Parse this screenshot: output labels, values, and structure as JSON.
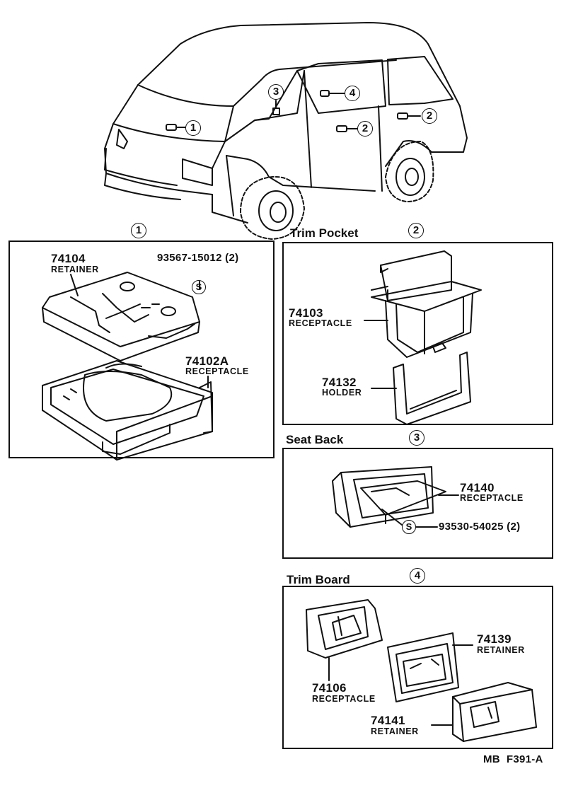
{
  "markers": {
    "m1": "1",
    "m2": "2",
    "m3": "3",
    "m4": "4"
  },
  "sections": {
    "s1": {
      "marker": "1"
    },
    "s2": {
      "title": "Trim Pocket",
      "marker": "2"
    },
    "s3": {
      "title": "Seat Back",
      "marker": "3"
    },
    "s4": {
      "title": "Trim Board",
      "marker": "4"
    }
  },
  "parts": {
    "p74104": {
      "number": "74104",
      "name": "RETAINER"
    },
    "p93567": {
      "number": "93567-15012 (2)",
      "symbol": "S"
    },
    "p74102A": {
      "number": "74102A",
      "name": "RECEPTACLE"
    },
    "p74103": {
      "number": "74103",
      "name": "RECEPTACLE"
    },
    "p74132": {
      "number": "74132",
      "name": "HOLDER"
    },
    "p74140": {
      "number": "74140",
      "name": "RECEPTACLE"
    },
    "p93530": {
      "number": "93530-54025 (2)",
      "symbol": "S"
    },
    "p74139": {
      "number": "74139",
      "name": "RETAINER"
    },
    "p74106": {
      "number": "74106",
      "name": "RECEPTACLE"
    },
    "p74141": {
      "number": "74141",
      "name": "RETAINER"
    }
  },
  "footer": {
    "code": "MB  F391-A"
  }
}
